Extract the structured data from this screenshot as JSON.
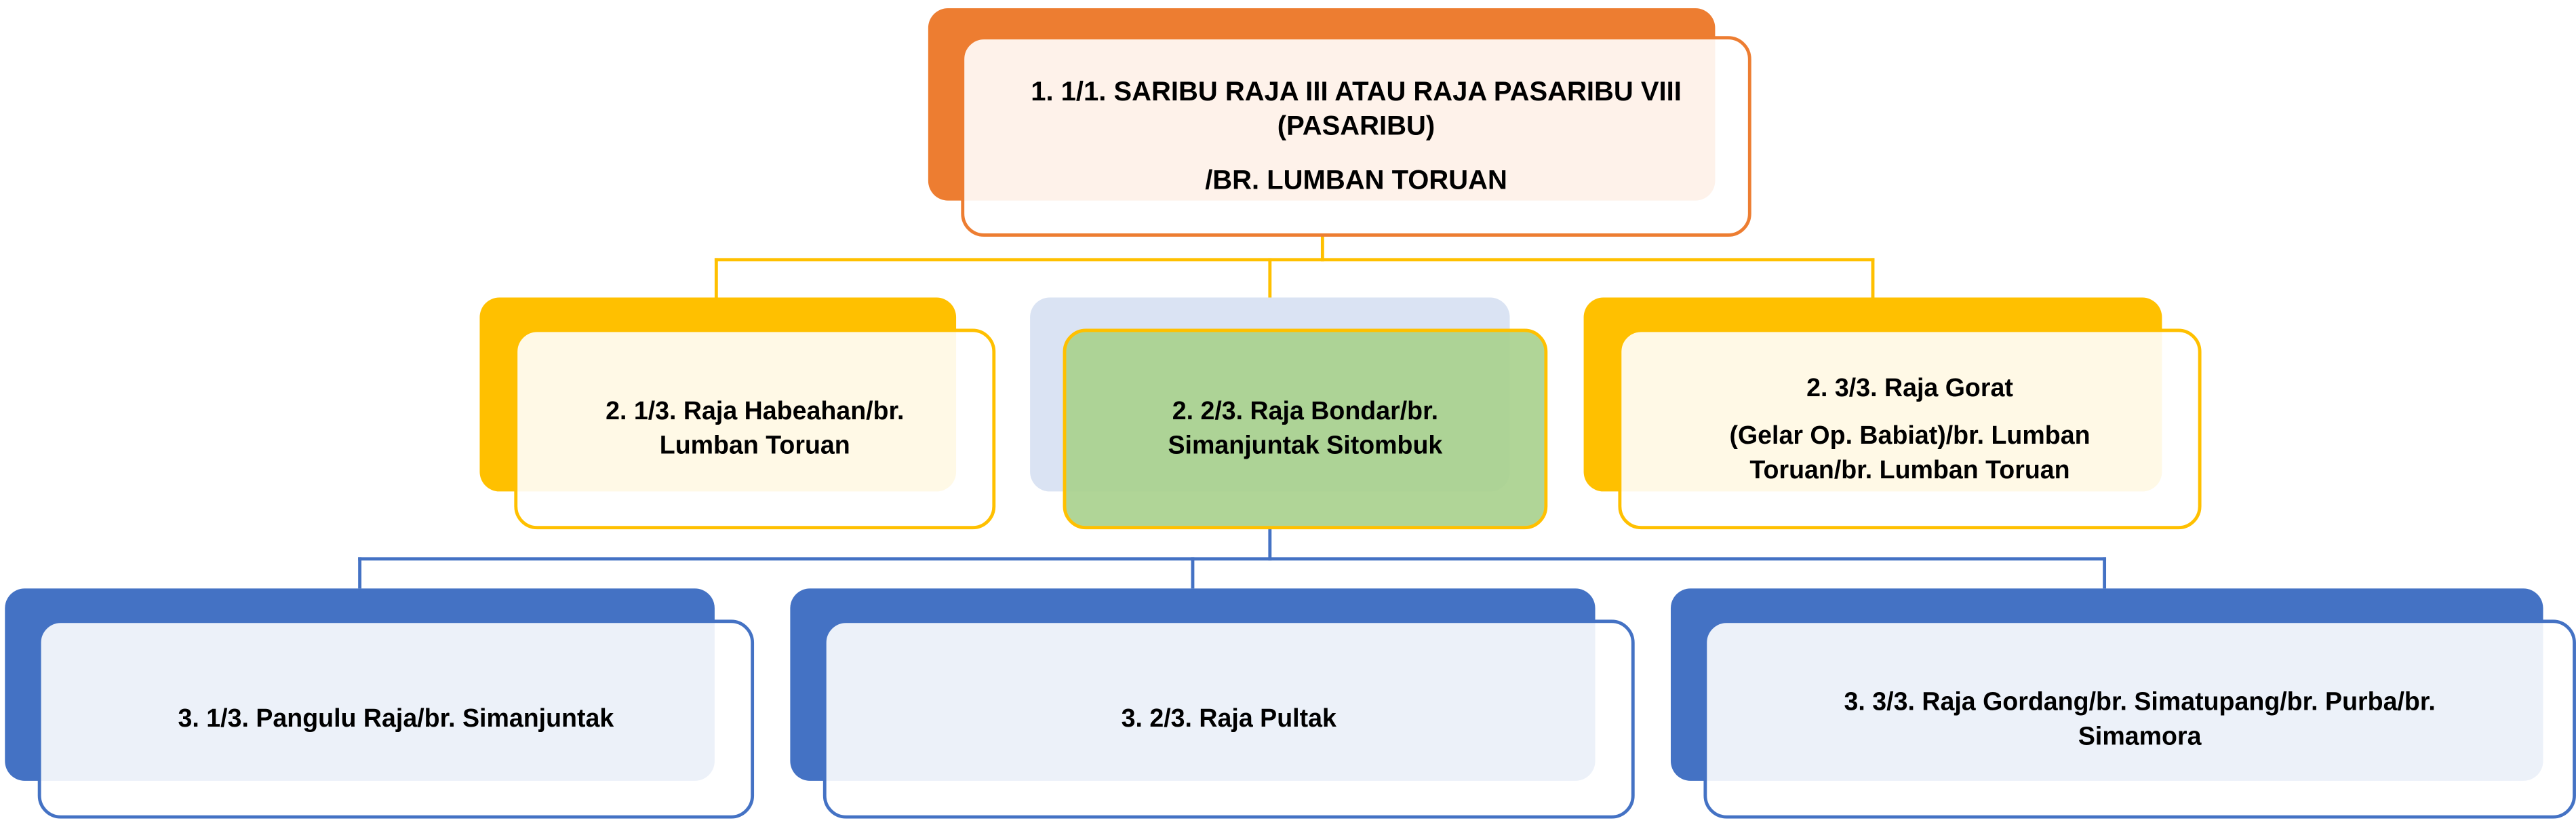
{
  "colors": {
    "root": "#ED7D31",
    "level2": "#FFC000",
    "level2_highlight": "#A9D18E",
    "level2_highlight_back": "#DAE3F3",
    "level3": "#4472C4"
  },
  "root": {
    "lines": [
      "1. 1/1. SARIBU RAJA III ATAU RAJA PASARIBU VIII",
      "(PASARIBU)",
      "/BR. LUMBAN TORUAN"
    ]
  },
  "level2": [
    {
      "lines": [
        "2. 1/3. Raja Habeahan/br.",
        "Lumban Toruan"
      ]
    },
    {
      "lines": [
        "2. 2/3. Raja Bondar/br.",
        "Simanjuntak Sitombuk"
      ]
    },
    {
      "lines": [
        "2. 3/3. Raja Gorat",
        "(Gelar Op. Babiat)/br. Lumban",
        "Toruan/br. Lumban Toruan"
      ]
    }
  ],
  "level3": [
    {
      "lines": [
        "3. 1/3. Pangulu Raja/br. Simanjuntak"
      ]
    },
    {
      "lines": [
        "3. 2/3. Raja Pultak"
      ]
    },
    {
      "lines": [
        "3. 3/3. Raja Gordang/br. Simatupang/br. Purba/br.",
        "Simamora"
      ]
    }
  ]
}
